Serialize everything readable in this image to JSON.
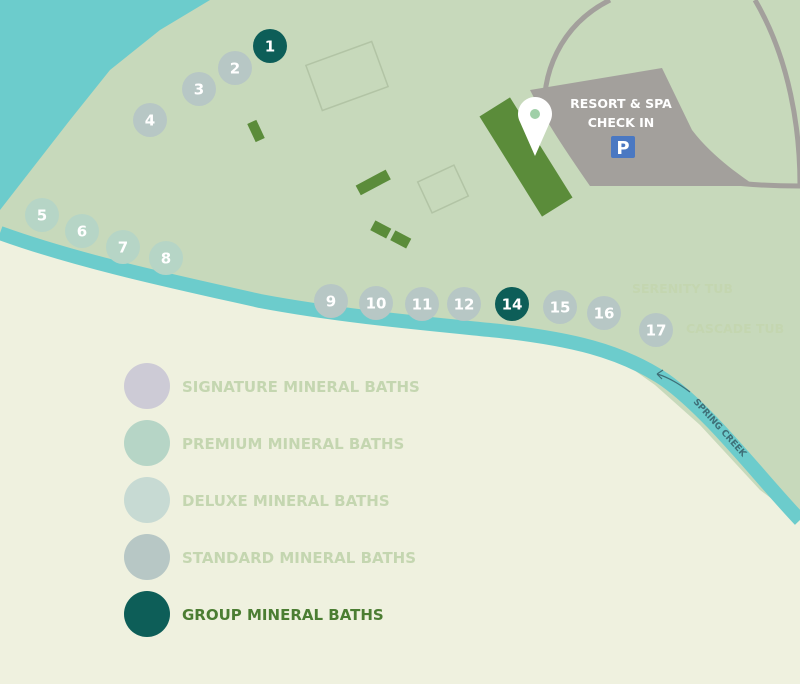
{
  "colors": {
    "background": "#eff1df",
    "land": "#c7d9bb",
    "water": "#6ccccc",
    "building_green": "#5b8c3a",
    "parking_gray": "#a3a09c",
    "road_gray": "#a3a09c",
    "outline": "#b2c4a5",
    "label_text": "#c4d6b0",
    "parking_blue": "#4a78c2",
    "group_label": "#4b7d32"
  },
  "bath_types": {
    "signature": {
      "color": "#cdcbd6"
    },
    "premium": {
      "color": "#b6d5c6"
    },
    "deluxe": {
      "color": "#c7dad3"
    },
    "standard": {
      "color": "#b7c7c5"
    },
    "group": {
      "color": "#0d5e58"
    }
  },
  "markers": [
    {
      "number": "1",
      "type": "group"
    },
    {
      "number": "2",
      "type": "standard"
    },
    {
      "number": "3",
      "type": "standard"
    },
    {
      "number": "4",
      "type": "standard"
    },
    {
      "number": "5",
      "type": "premium"
    },
    {
      "number": "6",
      "type": "premium"
    },
    {
      "number": "7",
      "type": "premium"
    },
    {
      "number": "8",
      "type": "premium"
    },
    {
      "number": "9",
      "type": "standard"
    },
    {
      "number": "10",
      "type": "standard"
    },
    {
      "number": "11",
      "type": "standard"
    },
    {
      "number": "12",
      "type": "standard"
    },
    {
      "number": "14",
      "type": "group"
    },
    {
      "number": "15",
      "type": "standard"
    },
    {
      "number": "16",
      "type": "standard"
    },
    {
      "number": "17",
      "type": "standard"
    }
  ],
  "labels": {
    "serenity_tub": "SERENITY TUB",
    "cascade_tub": "CASCADE TUB",
    "creek": "SPRING CREEK",
    "checkin_line1": "RESORT & SPA",
    "checkin_line2": "CHECK IN",
    "parking": "P"
  },
  "legend": [
    {
      "type": "signature",
      "label": "SIGNATURE  MINERAL BATHS"
    },
    {
      "type": "premium",
      "label": "PREMIUM MINERAL BATHS"
    },
    {
      "type": "deluxe",
      "label": "DELUXE MINERAL BATHS"
    },
    {
      "type": "standard",
      "label": "STANDARD MINERAL BATHS"
    },
    {
      "type": "group",
      "label": "GROUP MINERAL BATHS"
    }
  ]
}
